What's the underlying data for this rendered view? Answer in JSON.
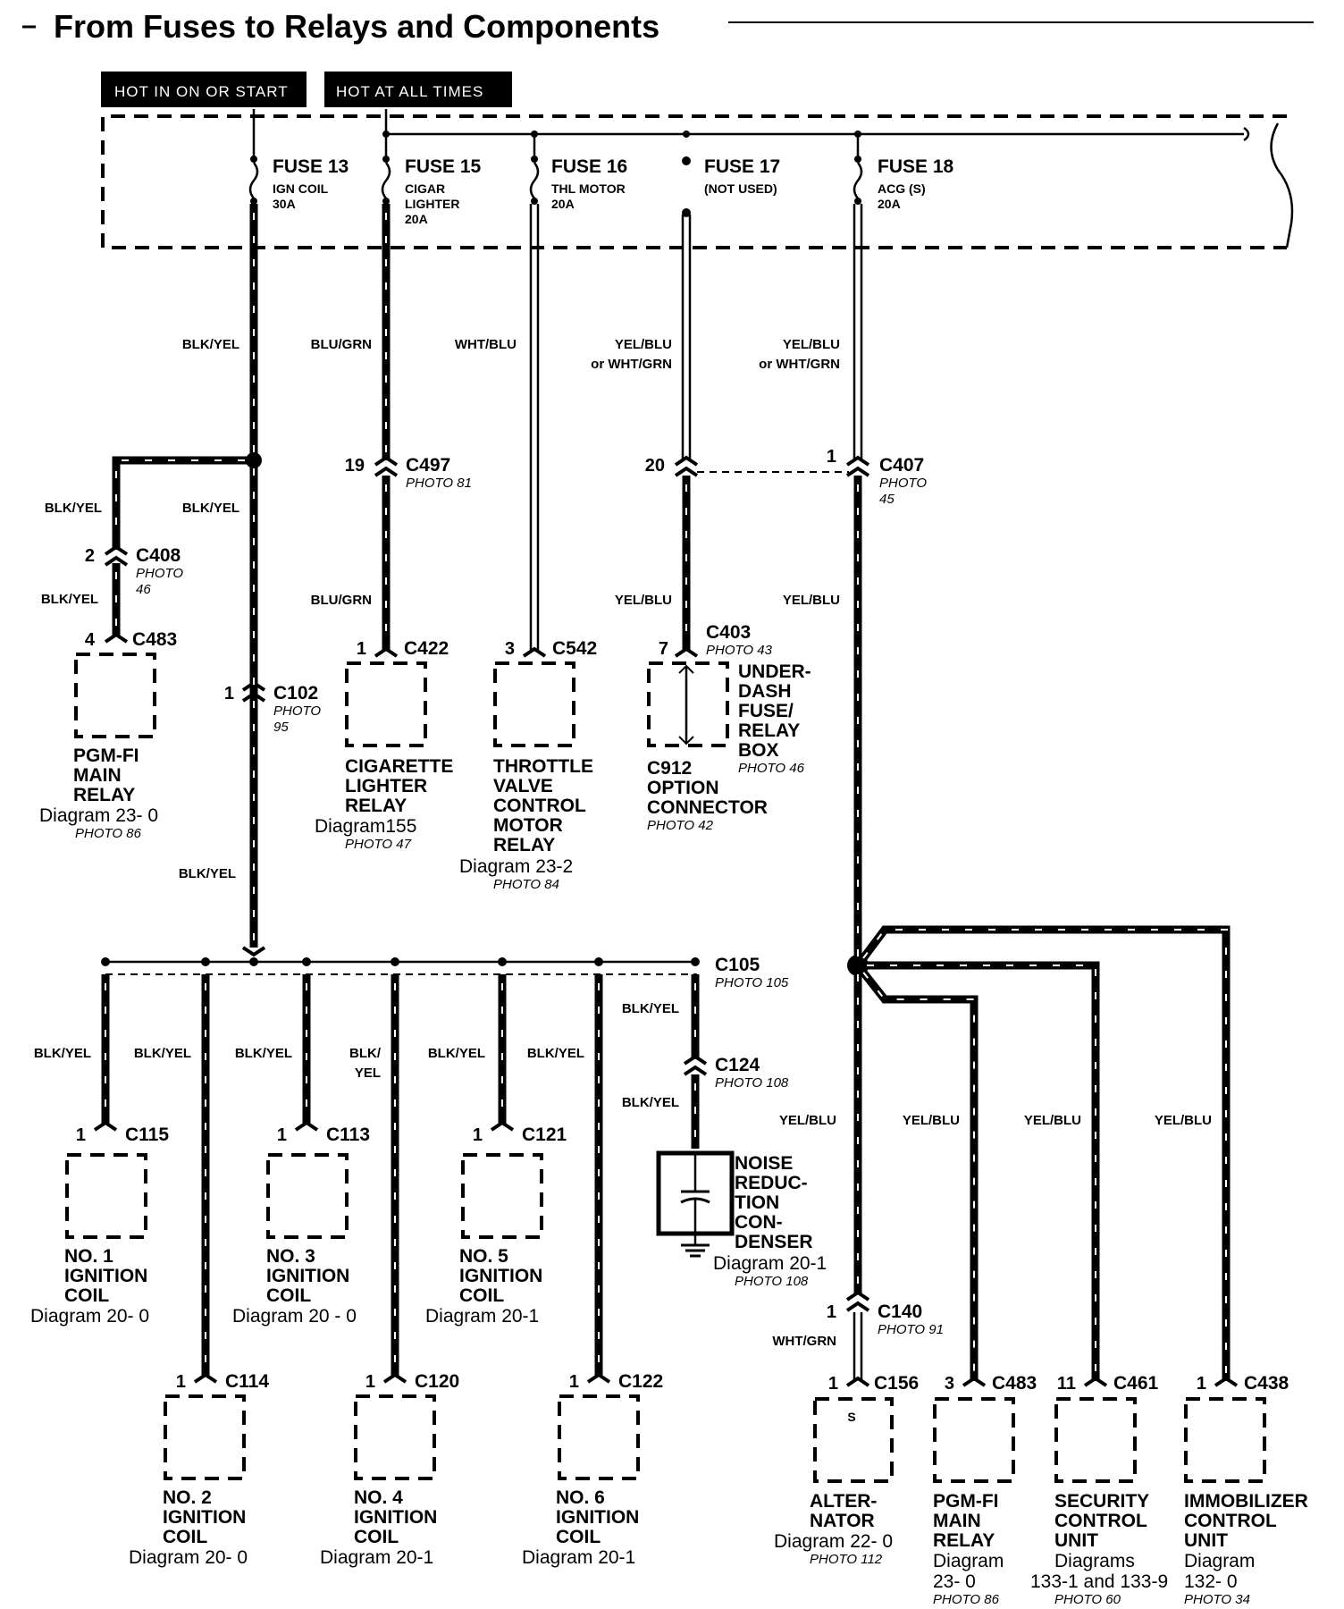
{
  "title": "From Fuses to Relays and Components",
  "headers": {
    "hot_in_on_or_start": "HOT IN ON OR START",
    "hot_at_all_times": "HOT AT ALL TIMES"
  },
  "fuses": [
    {
      "label": "FUSE 13",
      "name": "IGN COIL",
      "rating": "30A"
    },
    {
      "label": "FUSE 15",
      "name": "CIGAR",
      "name2": "LIGHTER",
      "rating": "20A"
    },
    {
      "label": "FUSE 16",
      "name": "THL MOTOR",
      "rating": "20A"
    },
    {
      "label": "FUSE 17",
      "name": "(NOT USED)"
    },
    {
      "label": "FUSE 18",
      "name": "ACG (S)",
      "rating": "20A"
    }
  ],
  "wires": {
    "blk_yel": "BLK/YEL",
    "blu_grn": "BLU/GRN",
    "wht_blu": "WHT/BLU",
    "yel_blu": "YEL/BLU",
    "or_wht_grn": "or WHT/GRN",
    "wht_grn": "WHT/GRN",
    "blk": "BLK/",
    "yel": "YEL"
  },
  "connectors": {
    "c497": {
      "name": "C497",
      "pin": "19",
      "photo": "PHOTO 81"
    },
    "c407": {
      "name": "C407",
      "pin": "1",
      "photo": "PHOTO",
      "photo2": "45"
    },
    "c912_pin": "20",
    "c408": {
      "name": "C408",
      "pin": "2",
      "photo": "PHOTO",
      "photo2": "46"
    },
    "c483a": {
      "name": "C483",
      "pin": "4"
    },
    "c102": {
      "name": "C102",
      "pin": "1",
      "photo": "PHOTO",
      "photo2": "95"
    },
    "c422": {
      "name": "C422",
      "pin": "1"
    },
    "c542": {
      "name": "C542",
      "pin": "3"
    },
    "c403": {
      "name": "C403",
      "pin": "7",
      "photo": "PHOTO 43"
    },
    "c105": {
      "name": "C105",
      "photo": "PHOTO 105"
    },
    "c124": {
      "name": "C124",
      "photo": "PHOTO 108"
    },
    "c115": {
      "name": "C115",
      "pin": "1"
    },
    "c113": {
      "name": "C113",
      "pin": "1"
    },
    "c121": {
      "name": "C121",
      "pin": "1"
    },
    "c114": {
      "name": "C114",
      "pin": "1"
    },
    "c120": {
      "name": "C120",
      "pin": "1"
    },
    "c122": {
      "name": "C122",
      "pin": "1"
    },
    "c140": {
      "name": "C140",
      "pin": "1",
      "photo": "PHOTO 91"
    },
    "c156": {
      "name": "C156",
      "pin": "1"
    },
    "c483b": {
      "name": "C483",
      "pin": "3"
    },
    "c461": {
      "name": "C461",
      "pin": "11"
    },
    "c438": {
      "name": "C438",
      "pin": "1"
    }
  },
  "components": {
    "pgmfi_relay_a": {
      "l1": "PGM-FI",
      "l2": "MAIN",
      "l3": "RELAY",
      "diagram": "Diagram 23- 0",
      "photo": "PHOTO 86"
    },
    "cigarette_relay": {
      "l1": "CIGARETTE",
      "l2": "LIGHTER",
      "l3": "RELAY",
      "diagram": "Diagram155",
      "photo": "PHOTO 47"
    },
    "throttle_relay": {
      "l1": "THROTTLE",
      "l2": "VALVE",
      "l3": "CONTROL",
      "l4": "MOTOR",
      "l5": "RELAY",
      "diagram": "Diagram 23-2",
      "photo": "PHOTO 84"
    },
    "underdash_box": {
      "l1": "UNDER-",
      "l2": "DASH",
      "l3": "FUSE/",
      "l4": "RELAY",
      "l5": "BOX",
      "photo": "PHOTO 46"
    },
    "c912_option": {
      "l1": "C912",
      "l2": "OPTION",
      "l3": "CONNECTOR",
      "photo": "PHOTO 42"
    },
    "coil1": {
      "l1": "NO. 1",
      "l2": "IGNITION",
      "l3": "COIL",
      "diagram": "Diagram 20- 0"
    },
    "coil3": {
      "l1": "NO. 3",
      "l2": "IGNITION",
      "l3": "COIL",
      "diagram": "Diagram 20 - 0"
    },
    "coil5": {
      "l1": "NO. 5",
      "l2": "IGNITION",
      "l3": "COIL",
      "diagram": "Diagram 20-1"
    },
    "condenser": {
      "l1": "NOISE",
      "l2": "REDUC-",
      "l3": "TION",
      "l4": "CON-",
      "l5": "DENSER",
      "diagram": "Diagram 20-1",
      "photo": "PHOTO 108"
    },
    "coil2": {
      "l1": "NO. 2",
      "l2": "IGNITION",
      "l3": "COIL",
      "diagram": "Diagram 20- 0"
    },
    "coil4": {
      "l1": "NO. 4",
      "l2": "IGNITION",
      "l3": "COIL",
      "diagram": "Diagram 20-1"
    },
    "coil6": {
      "l1": "NO. 6",
      "l2": "IGNITION",
      "l3": "COIL",
      "diagram": "Diagram 20-1"
    },
    "alternator": {
      "l1": "ALTER-",
      "l2": "NATOR",
      "diagram": "Diagram 22- 0",
      "photo": "PHOTO 112",
      "terminal": "S"
    },
    "pgmfi_relay_b": {
      "l1": "PGM-FI",
      "l2": "MAIN",
      "l3": "RELAY",
      "diagram": "Diagram",
      "diagram2": "23- 0",
      "photo": "PHOTO 86"
    },
    "security": {
      "l1": "SECURITY",
      "l2": "CONTROL",
      "l3": "UNIT",
      "diagram": "Diagrams",
      "diagram2": "133-1 and 133-9",
      "photo": "PHOTO 60"
    },
    "immobilizer": {
      "l1": "IMMOBILIZER",
      "l2": "CONTROL",
      "l3": "UNIT",
      "diagram": "Diagram",
      "diagram2": "132- 0",
      "photo": "PHOTO 34"
    }
  }
}
